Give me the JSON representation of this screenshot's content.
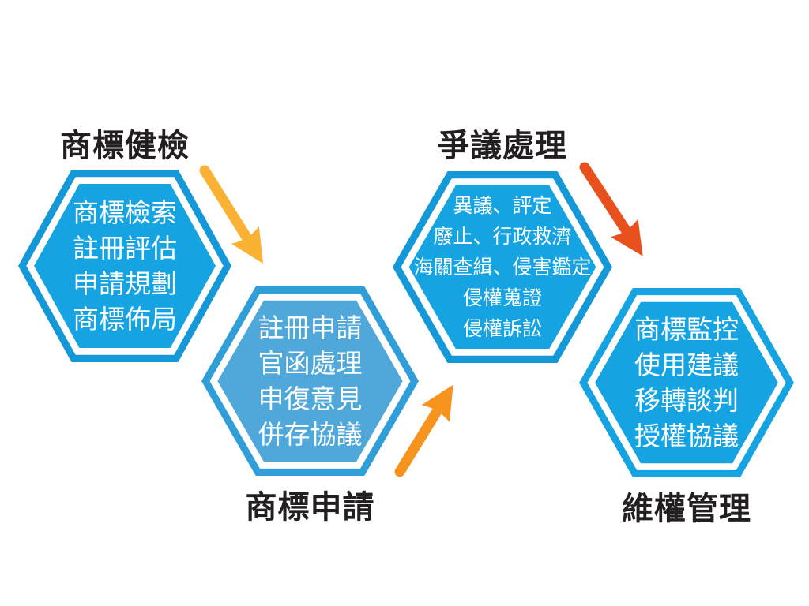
{
  "background": "#ffffff",
  "title_color": "#231f20",
  "item_text_color": "#ffffff",
  "nodes": [
    {
      "id": "trademark-health-check",
      "title": "商標健檢",
      "title_position": "top",
      "items": [
        "商標檢索",
        "註冊評估",
        "申請規劃",
        "商標佈局"
      ],
      "border_color": "#1498d8",
      "fill_color": "#16a3e2"
    },
    {
      "id": "trademark-application",
      "title": "商標申請",
      "title_position": "bottom",
      "items": [
        "註冊申請",
        "官函處理",
        "申復意見",
        "併存協議"
      ],
      "border_color": "#2f9ed9",
      "fill_color": "#4fa8d9"
    },
    {
      "id": "dispute-handling",
      "title": "爭議處理",
      "title_position": "top",
      "items": [
        "異議、評定",
        "廢止、行政救濟",
        "海關查緝、侵害鑑定",
        "侵權蒐證",
        "侵權訴訟"
      ],
      "border_color": "#1498d8",
      "fill_color": "#16a3e2"
    },
    {
      "id": "rights-management",
      "title": "維權管理",
      "title_position": "bottom",
      "items": [
        "商標監控",
        "使用建議",
        "移轉談判",
        "授權協議"
      ],
      "border_color": "#16a3e2",
      "fill_color": "#16a3e2"
    }
  ],
  "arrows": [
    {
      "id": "arrow-health-to-application",
      "direction": "down-right",
      "color": "#f9b233"
    },
    {
      "id": "arrow-application-to-dispute",
      "direction": "up-right",
      "color": "#f7941e"
    },
    {
      "id": "arrow-dispute-to-rights",
      "direction": "down-right",
      "color": "#e8501e"
    }
  ]
}
